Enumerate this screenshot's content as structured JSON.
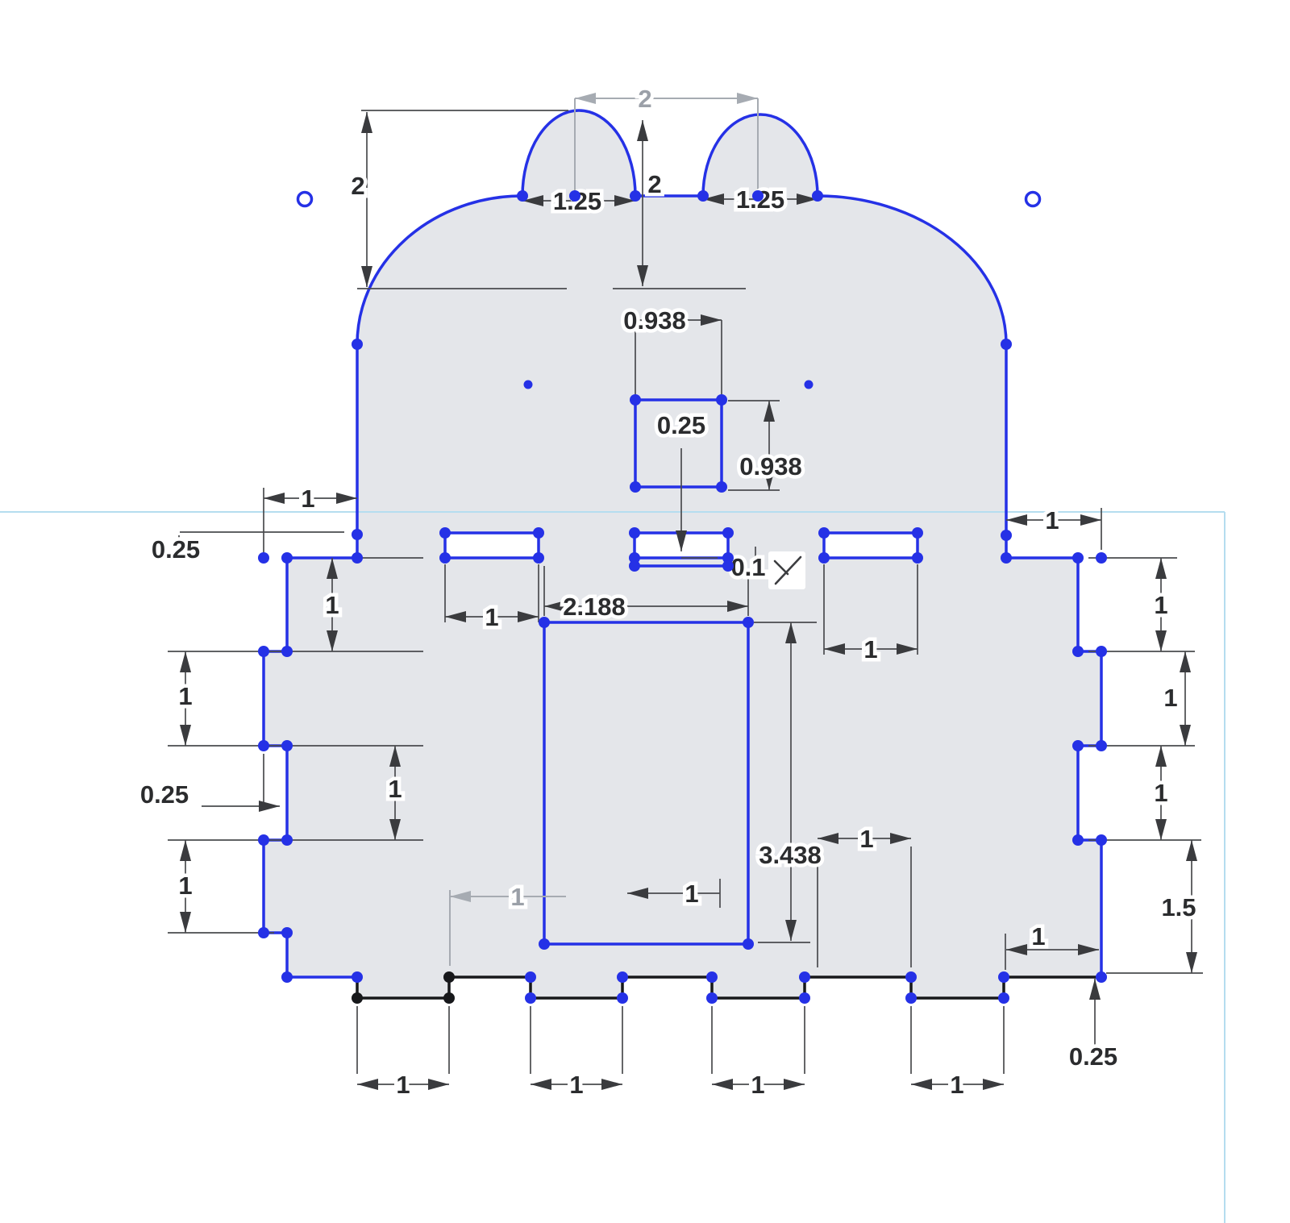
{
  "app": {
    "type": "cad-sketch-canvas",
    "active_tool": "trim-cursor"
  },
  "colors": {
    "geometry_blue": "#2531e6",
    "fixed_black": "#17181b",
    "region_fill": "#e4e6ea",
    "dimension": "#4a4b4e",
    "preview_gray": "#a6abb2",
    "viewport_guide": "#b5ddef"
  },
  "dims": {
    "ear_span": "2",
    "head_height": "2",
    "ear_left_width": "1.25",
    "center_height": "2",
    "ear_right_width": "1.25",
    "square_width": "0.938",
    "square_height": "0.938",
    "slot_mid_height": "0.25",
    "slot_gap": "0.1",
    "left_step_top": "1",
    "left_offset_top": "0.25",
    "left_seg1": "1",
    "left_seg2": "1",
    "left_offset_mid": "0.25",
    "left_inner": "1",
    "left_seg3": "1",
    "slot_left_width": "1",
    "mouth_width": "2.188",
    "mouth_height": "3.438",
    "slot_right_width": "1",
    "right_step_top": "1",
    "right_seg1": "1",
    "right_seg2": "1",
    "right_seg3": "1",
    "right_height_lower": "1.5",
    "bottom_right_width": "1",
    "bottom_right_offset": "0.25",
    "tab1": "1",
    "tab2": "1",
    "tab3": "1",
    "tab4": "1",
    "tab_inner": "1",
    "mouth_bottom": "1",
    "preview": "1"
  }
}
